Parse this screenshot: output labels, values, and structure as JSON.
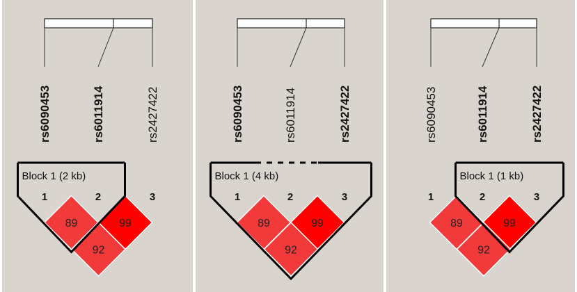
{
  "colors": {
    "background": "#d9d5ce",
    "ld_strong": "#ff0000",
    "ld_medium": "#f23a3a",
    "outline": "#000000"
  },
  "panels": [
    {
      "name": "panel-1",
      "snps": [
        {
          "id": "rs6090453",
          "bold": true
        },
        {
          "id": "rs6011914",
          "bold": true
        },
        {
          "id": "rs2427422",
          "bold": false
        }
      ],
      "numbers": [
        "1",
        "2",
        "3"
      ],
      "block": {
        "label": "Block 1 (2 kb)",
        "from": 0,
        "to": 1
      },
      "ld": [
        {
          "pair": [
            0,
            1
          ],
          "value": "89",
          "color": "#f23a3a"
        },
        {
          "pair": [
            1,
            2
          ],
          "value": "99",
          "color": "#ff0000"
        },
        {
          "pair": [
            0,
            2
          ],
          "value": "92",
          "color": "#f23a3a"
        }
      ]
    },
    {
      "name": "panel-2",
      "snps": [
        {
          "id": "rs6090453",
          "bold": true
        },
        {
          "id": "rs6011914",
          "bold": false
        },
        {
          "id": "rs2427422",
          "bold": true
        }
      ],
      "numbers": [
        "1",
        "2",
        "3"
      ],
      "block": {
        "label": "Block 1 (4 kb)",
        "from": 0,
        "to": 2
      },
      "ld": [
        {
          "pair": [
            0,
            1
          ],
          "value": "89",
          "color": "#f23a3a"
        },
        {
          "pair": [
            1,
            2
          ],
          "value": "99",
          "color": "#ff0000"
        },
        {
          "pair": [
            0,
            2
          ],
          "value": "92",
          "color": "#f23a3a"
        }
      ]
    },
    {
      "name": "panel-3",
      "snps": [
        {
          "id": "rs6090453",
          "bold": false
        },
        {
          "id": "rs6011914",
          "bold": true
        },
        {
          "id": "rs2427422",
          "bold": true
        }
      ],
      "numbers": [
        "1",
        "2",
        "3"
      ],
      "block": {
        "label": "Block 1 (1 kb)",
        "from": 1,
        "to": 2
      },
      "ld": [
        {
          "pair": [
            0,
            1
          ],
          "value": "89",
          "color": "#f23a3a"
        },
        {
          "pair": [
            1,
            2
          ],
          "value": "99",
          "color": "#ff0000"
        },
        {
          "pair": [
            0,
            2
          ],
          "value": "92",
          "color": "#f23a3a"
        }
      ]
    }
  ]
}
